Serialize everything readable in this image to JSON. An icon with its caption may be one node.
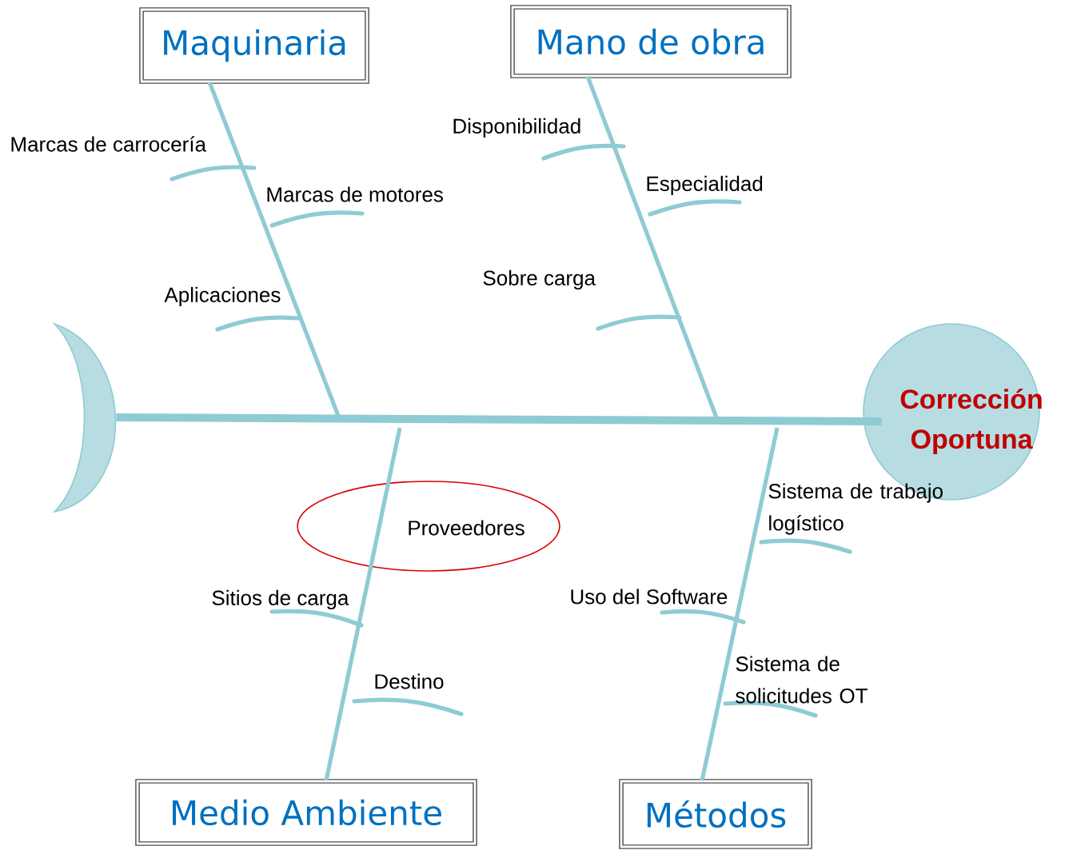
{
  "diagram": {
    "nodes": [
      {
        "text": [
          "Maquinaria"
        ]
      },
      {
        "text": [
          "Mano de obra"
        ]
      },
      {
        "text": [
          "Medio Ambiente"
        ]
      },
      {
        "text": [
          "Métodos"
        ]
      },
      {
        "text": [
          "Corrección Oportuna"
        ]
      },
      {
        "text": [],
        "shape": "crescent"
      },
      {
        "text": [
          "Proveedores"
        ]
      }
    ],
    "edges": [
      {
        "from": 0,
        "to": null,
        "arrow": "none"
      },
      {
        "from": 1,
        "to": null,
        "arrow": "none"
      },
      {
        "from": 2,
        "to": null,
        "arrow": "none"
      },
      {
        "from": 3,
        "to": null,
        "arrow": "none"
      },
      {
        "from": 5,
        "to": 4,
        "arrow": "none",
        "style": "thick"
      }
    ],
    "labels": [
      "Marcas de carrocería",
      "Disponibilidad",
      "Especialidad",
      "Marcas de motores",
      "Sobre carga",
      "Aplicaciones",
      "Sitios de carga",
      "Destino",
      "Sistema de trabajo logístico",
      "Uso del Software",
      "Sistema de solicitudes OT"
    ]
  }
}
